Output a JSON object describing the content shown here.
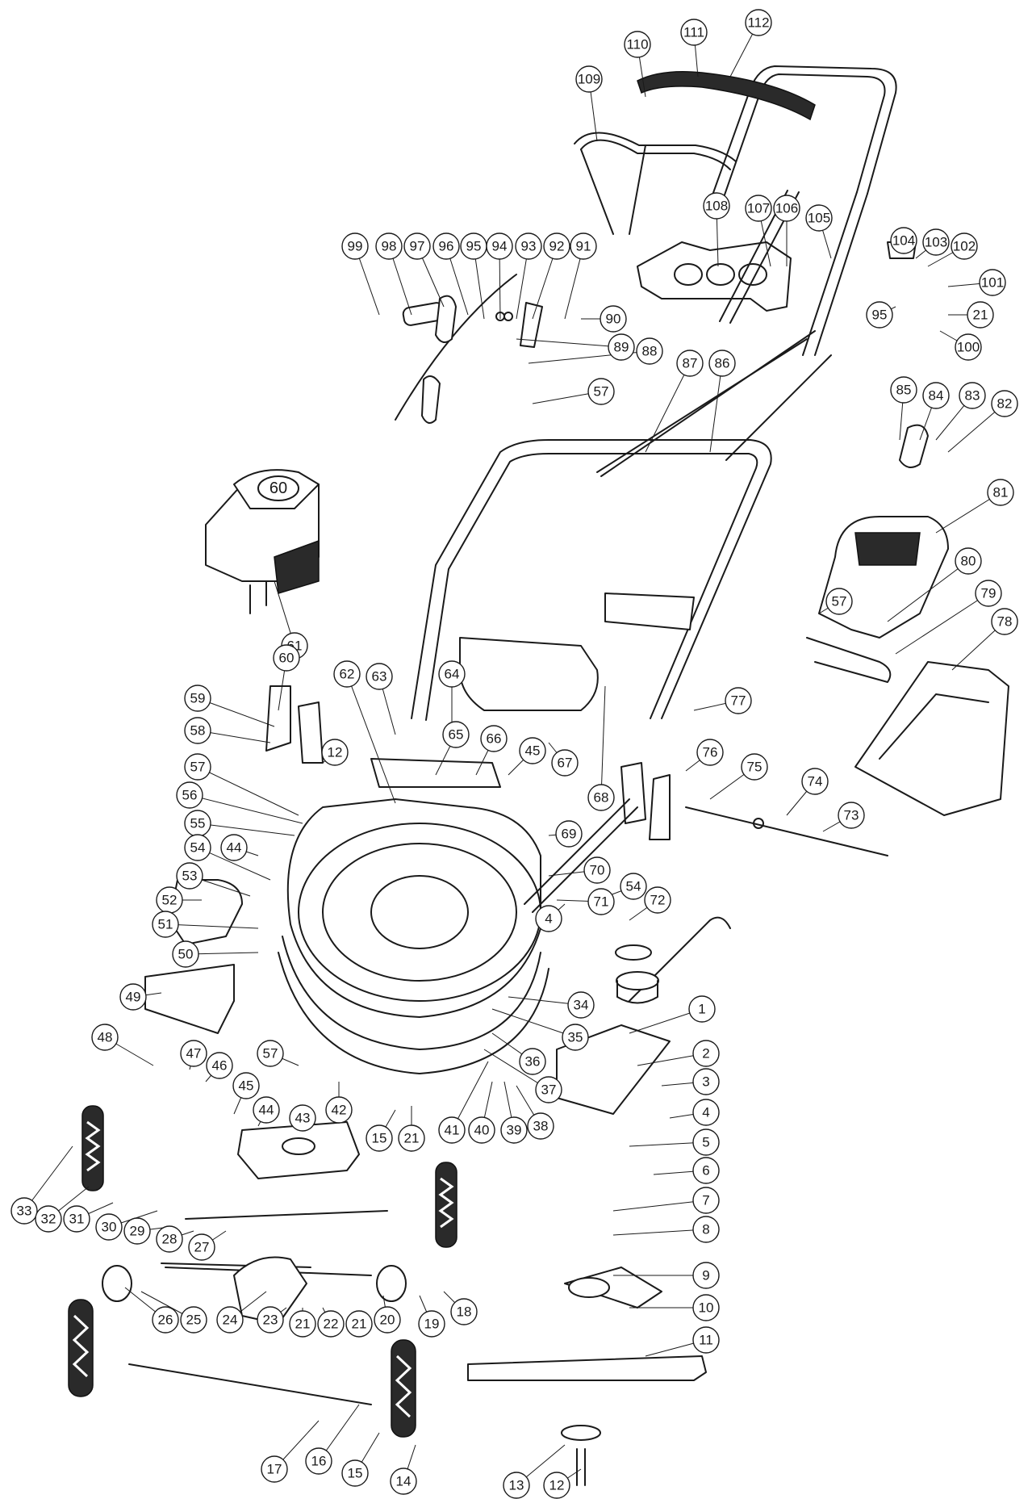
{
  "diagram": {
    "type": "exploded parts diagram",
    "subject": "rear-wheel-drive lawn mower",
    "engine_label": "60",
    "callouts": [
      {
        "id": "c112",
        "label": "112"
      },
      {
        "id": "c111top",
        "label": "111"
      },
      {
        "id": "c110",
        "label": "110"
      },
      {
        "id": "c109",
        "label": "109"
      },
      {
        "id": "c108",
        "label": "108"
      },
      {
        "id": "c107",
        "label": "107"
      },
      {
        "id": "c106",
        "label": "106"
      },
      {
        "id": "c105",
        "label": "105"
      },
      {
        "id": "c104",
        "label": "104"
      },
      {
        "id": "c103",
        "label": "103"
      },
      {
        "id": "c102",
        "label": "102"
      },
      {
        "id": "c101",
        "label": "101"
      },
      {
        "id": "c21a",
        "label": "21"
      },
      {
        "id": "c100",
        "label": "100"
      },
      {
        "id": "c95b",
        "label": "95"
      },
      {
        "id": "c99",
        "label": "99"
      },
      {
        "id": "c98",
        "label": "98"
      },
      {
        "id": "c97",
        "label": "97"
      },
      {
        "id": "c96",
        "label": "96"
      },
      {
        "id": "c95a",
        "label": "95"
      },
      {
        "id": "c94",
        "label": "94"
      },
      {
        "id": "c93",
        "label": "93"
      },
      {
        "id": "c92",
        "label": "92"
      },
      {
        "id": "c91",
        "label": "91"
      },
      {
        "id": "c90",
        "label": "90"
      },
      {
        "id": "c89",
        "label": "89"
      },
      {
        "id": "c88",
        "label": "88"
      },
      {
        "id": "c87",
        "label": "87"
      },
      {
        "id": "c86",
        "label": "86"
      },
      {
        "id": "c57a",
        "label": "57"
      },
      {
        "id": "c85",
        "label": "85"
      },
      {
        "id": "c84",
        "label": "84"
      },
      {
        "id": "c83",
        "label": "83"
      },
      {
        "id": "c82",
        "label": "82"
      },
      {
        "id": "c81",
        "label": "81"
      },
      {
        "id": "c57b",
        "label": "57"
      },
      {
        "id": "c80",
        "label": "80"
      },
      {
        "id": "c79",
        "label": "79"
      },
      {
        "id": "c78",
        "label": "78"
      },
      {
        "id": "c61",
        "label": "61"
      },
      {
        "id": "c60",
        "label": "60"
      },
      {
        "id": "c59",
        "label": "59"
      },
      {
        "id": "c58",
        "label": "58"
      },
      {
        "id": "c12a",
        "label": "12"
      },
      {
        "id": "c62",
        "label": "62"
      },
      {
        "id": "c63",
        "label": "63"
      },
      {
        "id": "c64",
        "label": "64"
      },
      {
        "id": "c65",
        "label": "65"
      },
      {
        "id": "c66",
        "label": "66"
      },
      {
        "id": "c45a",
        "label": "45"
      },
      {
        "id": "c67",
        "label": "67"
      },
      {
        "id": "c68",
        "label": "68"
      },
      {
        "id": "c77",
        "label": "77"
      },
      {
        "id": "c76",
        "label": "76"
      },
      {
        "id": "c75",
        "label": "75"
      },
      {
        "id": "c74",
        "label": "74"
      },
      {
        "id": "c73",
        "label": "73"
      },
      {
        "id": "c57c",
        "label": "57"
      },
      {
        "id": "c56",
        "label": "56"
      },
      {
        "id": "c55",
        "label": "55"
      },
      {
        "id": "c44a",
        "label": "44"
      },
      {
        "id": "c54a",
        "label": "54"
      },
      {
        "id": "c53",
        "label": "53"
      },
      {
        "id": "c52",
        "label": "52"
      },
      {
        "id": "c51",
        "label": "51"
      },
      {
        "id": "c50",
        "label": "50"
      },
      {
        "id": "c49",
        "label": "49"
      },
      {
        "id": "c69",
        "label": "69"
      },
      {
        "id": "c70",
        "label": "70"
      },
      {
        "id": "c71",
        "label": "71"
      },
      {
        "id": "c54b",
        "label": "54"
      },
      {
        "id": "c4a",
        "label": "4"
      },
      {
        "id": "c72",
        "label": "72"
      },
      {
        "id": "c34",
        "label": "34"
      },
      {
        "id": "c35",
        "label": "35"
      },
      {
        "id": "c36",
        "label": "36"
      },
      {
        "id": "c37",
        "label": "37"
      },
      {
        "id": "c38",
        "label": "38"
      },
      {
        "id": "c39",
        "label": "39"
      },
      {
        "id": "c40",
        "label": "40"
      },
      {
        "id": "c41",
        "label": "41"
      },
      {
        "id": "c21b",
        "label": "21"
      },
      {
        "id": "c15a",
        "label": "15"
      },
      {
        "id": "c42",
        "label": "42"
      },
      {
        "id": "c57d",
        "label": "57"
      },
      {
        "id": "c48",
        "label": "48"
      },
      {
        "id": "c47",
        "label": "47"
      },
      {
        "id": "c46",
        "label": "46"
      },
      {
        "id": "c45b",
        "label": "45"
      },
      {
        "id": "c44b",
        "label": "44"
      },
      {
        "id": "c43",
        "label": "43"
      },
      {
        "id": "c1",
        "label": "1"
      },
      {
        "id": "c2",
        "label": "2"
      },
      {
        "id": "c3",
        "label": "3"
      },
      {
        "id": "c4b",
        "label": "4"
      },
      {
        "id": "c5",
        "label": "5"
      },
      {
        "id": "c6",
        "label": "6"
      },
      {
        "id": "c7",
        "label": "7"
      },
      {
        "id": "c8",
        "label": "8"
      },
      {
        "id": "c9",
        "label": "9"
      },
      {
        "id": "c10",
        "label": "10"
      },
      {
        "id": "c11b",
        "label": "11"
      },
      {
        "id": "c33",
        "label": "33"
      },
      {
        "id": "c32",
        "label": "32"
      },
      {
        "id": "c31",
        "label": "31"
      },
      {
        "id": "c30",
        "label": "30"
      },
      {
        "id": "c29",
        "label": "29"
      },
      {
        "id": "c28",
        "label": "28"
      },
      {
        "id": "c27",
        "label": "27"
      },
      {
        "id": "c26",
        "label": "26"
      },
      {
        "id": "c25",
        "label": "25"
      },
      {
        "id": "c24",
        "label": "24"
      },
      {
        "id": "c23",
        "label": "23"
      },
      {
        "id": "c21c",
        "label": "21"
      },
      {
        "id": "c22",
        "label": "22"
      },
      {
        "id": "c21d",
        "label": "21"
      },
      {
        "id": "c20",
        "label": "20"
      },
      {
        "id": "c19",
        "label": "19"
      },
      {
        "id": "c18",
        "label": "18"
      },
      {
        "id": "c17",
        "label": "17"
      },
      {
        "id": "c16",
        "label": "16"
      },
      {
        "id": "c15b",
        "label": "15"
      },
      {
        "id": "c14",
        "label": "14"
      },
      {
        "id": "c13",
        "label": "13"
      },
      {
        "id": "c12b",
        "label": "12"
      }
    ]
  }
}
